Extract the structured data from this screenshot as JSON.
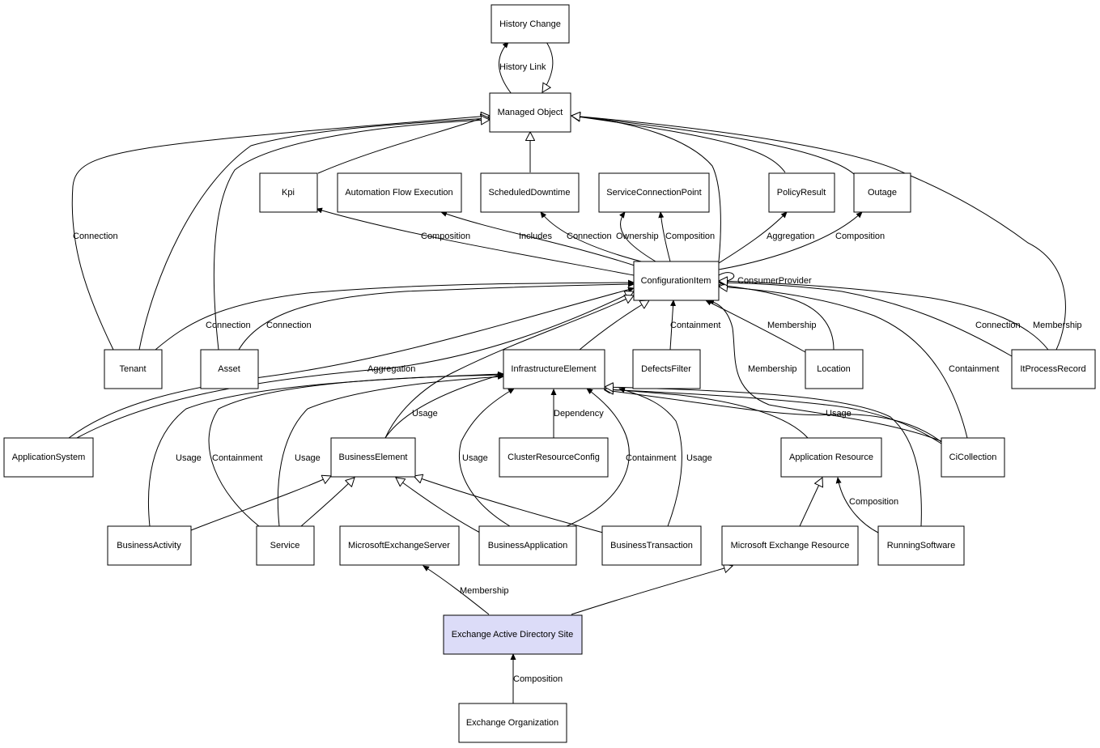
{
  "diagram": {
    "nodes": {
      "history_change": "History Change",
      "managed_object": "Managed Object",
      "kpi": "Kpi",
      "automation_flow_execution": "Automation Flow Execution",
      "scheduled_downtime": "ScheduledDowntime",
      "service_connection_point": "ServiceConnectionPoint",
      "policy_result": "PolicyResult",
      "outage": "Outage",
      "configuration_item": "ConfigurationItem",
      "tenant": "Tenant",
      "asset": "Asset",
      "infrastructure_element": "InfrastructureElement",
      "defects_filter": "DefectsFilter",
      "location": "Location",
      "it_process_record": "ItProcessRecord",
      "application_system": "ApplicationSystem",
      "business_element": "BusinessElement",
      "cluster_resource_config": "ClusterResourceConfig",
      "application_resource": "Application Resource",
      "ci_collection": "CiCollection",
      "business_activity": "BusinessActivity",
      "service": "Service",
      "microsoft_exchange_server": "MicrosoftExchangeServer",
      "business_application": "BusinessApplication",
      "business_transaction": "BusinessTransaction",
      "microsoft_exchange_resource": "Microsoft Exchange Resource",
      "running_software": "RunningSoftware",
      "exchange_active_directory_site": "Exchange Active Directory Site",
      "exchange_organization": "Exchange Organization"
    },
    "edge_labels": {
      "history_link": "History Link",
      "tenant_mo_connection": "Connection",
      "kpi_composition": "Composition",
      "afe_includes": "Includes",
      "sd_connection": "Connection",
      "scp_ownership": "Ownership",
      "scp_composition": "Composition",
      "policy_aggregation": "Aggregation",
      "outage_composition": "Composition",
      "consumer_provider": "ConsumerProvider",
      "tenant_ci_connection": "Connection",
      "asset_ci_connection": "Connection",
      "appsys_aggregation": "Aggregation",
      "defects_containment": "Containment",
      "location_membership": "Membership",
      "cicollection_membership": "Membership",
      "cicollection_containment": "Containment",
      "itpr_connection": "Connection",
      "itpr_membership": "Membership",
      "be_usage": "Usage",
      "crc_dependency": "Dependency",
      "cicollection_usage": "Usage",
      "ba_usage": "Usage",
      "service_containment": "Containment",
      "service_usage": "Usage",
      "bapp_usage": "Usage",
      "bapp_containment": "Containment",
      "bt_usage": "Usage",
      "rs_composition": "Composition",
      "mes_membership": "Membership",
      "eo_composition": "Composition"
    }
  }
}
